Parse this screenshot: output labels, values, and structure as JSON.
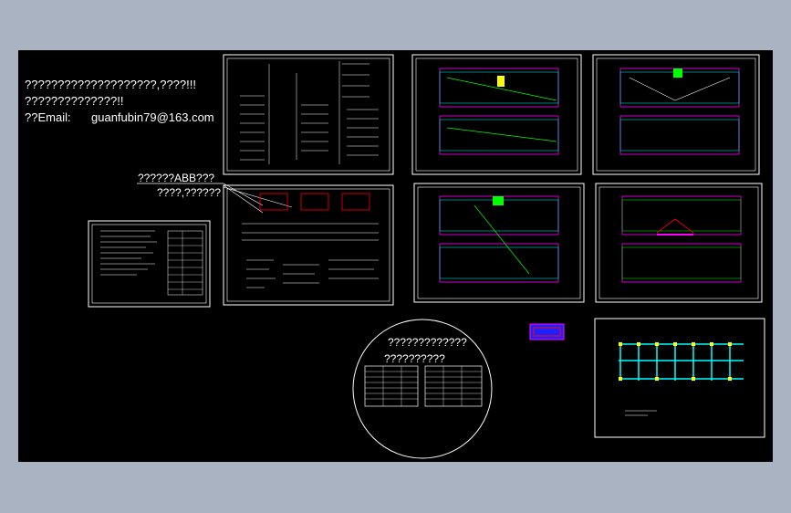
{
  "notes": {
    "line1": "????????????????????,????!!!",
    "line2": "??????????????!!",
    "email_label": "??Email:",
    "email_value": "guanfubin79@163.com"
  },
  "annotation": {
    "line1": "??????ABB???",
    "line2": "????,??????"
  },
  "circle": {
    "line1": "?????????????",
    "line2": "??????????"
  },
  "colors": {
    "background": "#000000",
    "viewport": "#a9b3c2",
    "line": "#ffffff",
    "cyan": "#00ffff",
    "magenta": "#ff00ff",
    "green": "#00ff00",
    "red": "#ff0000",
    "yellow": "#ffff00",
    "blue": "#2020ff"
  }
}
